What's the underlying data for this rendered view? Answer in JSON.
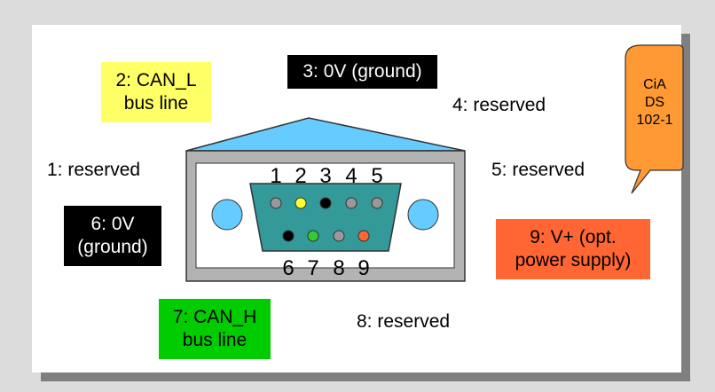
{
  "labels": {
    "pin1": "1: reserved",
    "pin4": "4: reserved",
    "pin5": "5: reserved",
    "pin8": "8: reserved"
  },
  "boxes": {
    "can_l": {
      "line1": "2: CAN_L",
      "line2": "bus line",
      "color": "#ffff66"
    },
    "ground3": {
      "text": "3: 0V (ground)",
      "color": "#000000"
    },
    "ground6": {
      "line1": "6: 0V",
      "line2": "(ground)",
      "color": "#000000"
    },
    "can_h": {
      "line1": "7: CAN_H",
      "line2": "bus line",
      "color": "#00cc00"
    },
    "vplus": {
      "line1": "9: V+ (opt.",
      "line2": "power supply)",
      "color": "#ff6633"
    }
  },
  "connector": {
    "top_numbers": [
      "1",
      "2",
      "3",
      "4",
      "5"
    ],
    "bottom_numbers": [
      "6",
      "7",
      "8",
      "9"
    ],
    "top_pin_colors": [
      "#999999",
      "#ffff33",
      "#000000",
      "#999999",
      "#999999"
    ],
    "bottom_pin_colors": [
      "#000000",
      "#33cc33",
      "#999999",
      "#ff6633"
    ],
    "shell_color": "#339999",
    "roof_color": "#66ccff",
    "mount_color": "#66ccff"
  },
  "callout": {
    "lines": [
      "CiA",
      "DS",
      "102-1"
    ],
    "color": "#ff9933"
  }
}
